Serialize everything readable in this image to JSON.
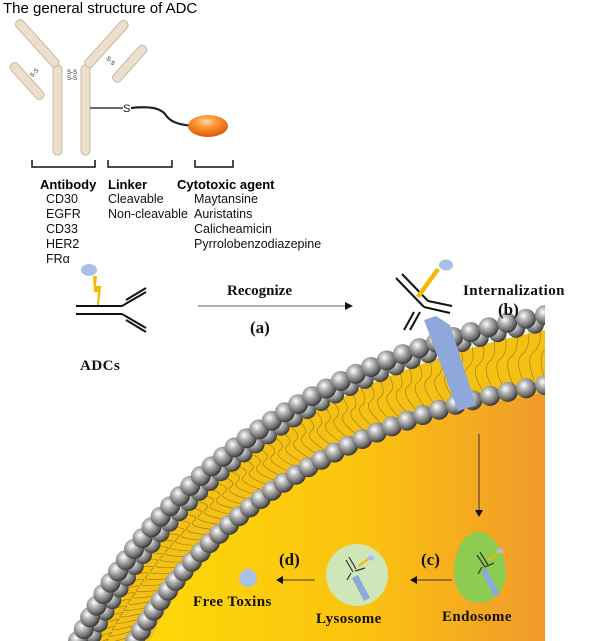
{
  "title": "The general structure of ADC",
  "structure": {
    "antibody": {
      "header": "Antibody",
      "items": [
        "CD30",
        "EGFR",
        "CD33",
        "HER2",
        "FRα"
      ]
    },
    "linker": {
      "header": "Linker",
      "items": [
        "Cleavable",
        "Non-cleavable"
      ]
    },
    "cytotoxic_agent": {
      "header": "Cytotoxic agent",
      "items": [
        "Maytansine",
        "Auristatins",
        "Calicheamicin",
        "Pyrrolobenzodiazepine"
      ]
    },
    "disulfide_label": "S-S",
    "thiol_label": "S"
  },
  "process": {
    "adcs_label": "ADCs",
    "step_a": {
      "label": "Recognize",
      "tag": "(a)"
    },
    "step_b": {
      "label": "Internalization",
      "tag": "(b)"
    },
    "step_c": {
      "tag": "(c)"
    },
    "step_d": {
      "tag": "(d)"
    },
    "endosome_label": "Endosome",
    "lysosome_label": "Lysosome",
    "free_toxins_label": "Free Toxins"
  },
  "colors": {
    "antibody_fill": "#ece0cc",
    "payload_orange": "#f07a1a",
    "toxin_blue": "#a9c0e8",
    "receptor_blue": "#8ea8dc",
    "bolt_yellow": "#f5b800",
    "cell_yellow": "#fccc0a",
    "cell_orange": "#f0a028",
    "endosome_green": "#8ccc50",
    "lysosome_green": "#cfe6b8"
  }
}
